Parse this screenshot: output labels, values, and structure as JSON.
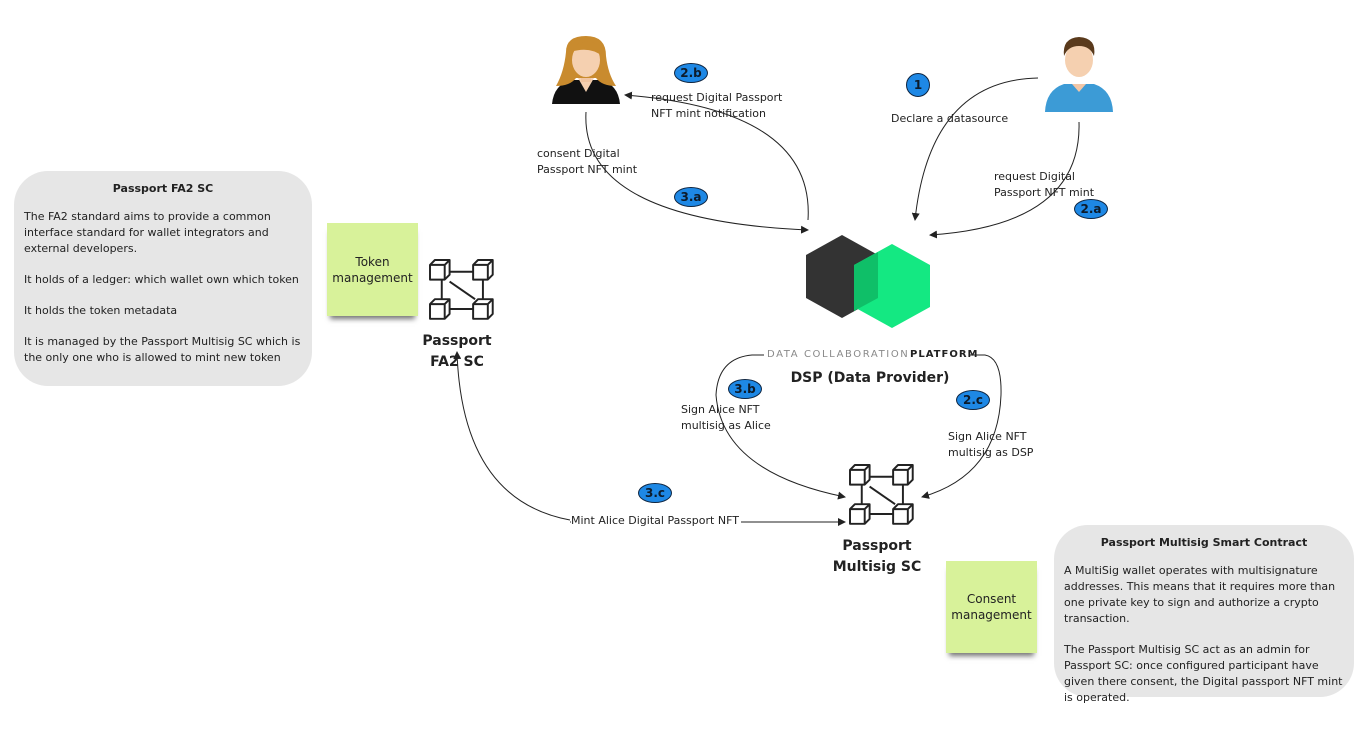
{
  "boxes": {
    "fa2": {
      "title": "Passport FA2 SC",
      "paragraphs": [
        "The FA2 standard aims to provide a common interface standard for wallet integrators and external developers.",
        "It holds of a ledger: which wallet own which token",
        "It holds the token metadata",
        "It is managed by the Passport Multisig SC which is the only one who is allowed to mint new token"
      ]
    },
    "multisig": {
      "title": "Passport Multisig Smart Contract",
      "paragraphs": [
        "A MultiSig wallet operates with multisignature addresses. This means that it requires more than one private key to sign and authorize a crypto transaction.",
        "The Passport Multisig SC act as an admin for Passport SC: once configured participant have given there consent, the Digital passport NFT mint is operated."
      ]
    }
  },
  "stickies": {
    "token": "Token management",
    "consent": "Consent management"
  },
  "nodes": {
    "fa2_sc": "Passport FA2 SC",
    "multisig_sc": "Passport Multisig SC",
    "dsp_logo_left": "DATA COLLABORATION",
    "dsp_logo_right": "PLATFORM",
    "dsp_name": "DSP (Data Provider)"
  },
  "edges": {
    "e1": "Declare a datasource",
    "e2a": "request Digital Passport NFT mint",
    "e2b": "request Digital Passport NFT mint notification",
    "e3a": "consent Digital Passport NFT mint",
    "e3b": "Sign Alice NFT multisig as Alice",
    "e2c": "Sign Alice NFT multisig as DSP",
    "e3c": "Mint Alice Digital Passport NFT"
  },
  "badges": {
    "b1": "1",
    "b2a": "2.a",
    "b2b": "2.b",
    "b2c": "2.c",
    "b3a": "3.a",
    "b3b": "3.b",
    "b3c": "3.c"
  },
  "colors": {
    "badge_fill": "#1e88e5",
    "sticky": "#d8f29a",
    "box": "#e6e6e6",
    "hex_dark": "#333333",
    "hex_green": "#14e882"
  }
}
